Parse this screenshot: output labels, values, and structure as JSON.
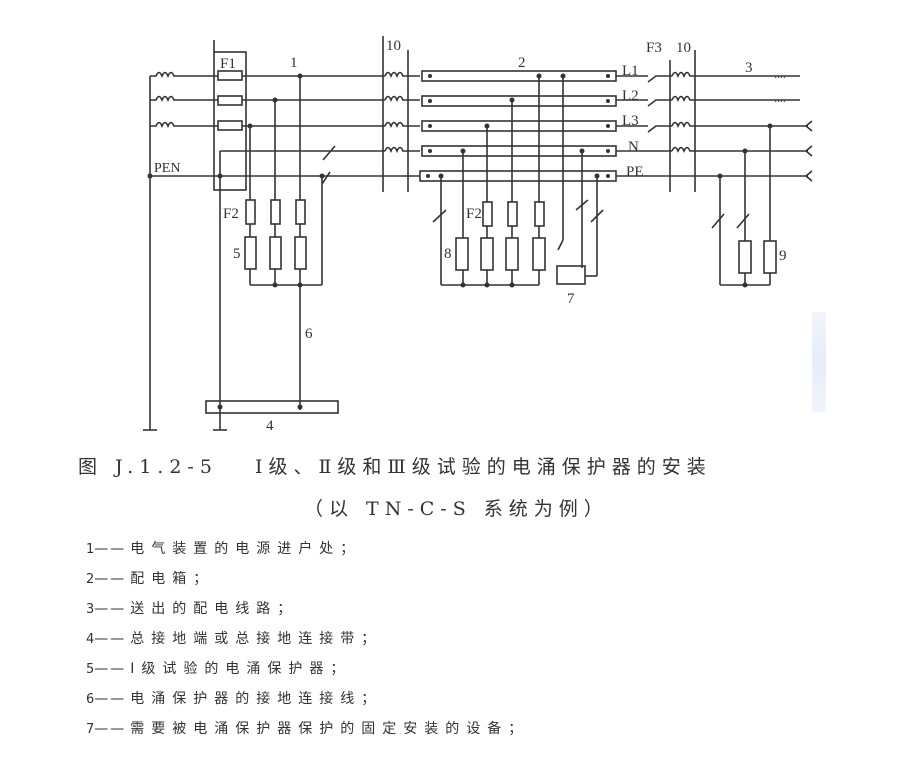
{
  "figure": {
    "caption_line1": "图 J.1.2-5　 Ⅰ级、Ⅱ级和Ⅲ级试验的电涌保护器的安装",
    "caption_line2": "（以 TN-C-S 系统为例）"
  },
  "diagram": {
    "labels": {
      "F1": "F1",
      "F2_left": "F2",
      "F2_right": "F2",
      "F3": "F3",
      "ten_left": "10",
      "ten_right": "10",
      "one": "1",
      "two": "2",
      "three": "3",
      "four": "4",
      "five": "5",
      "six": "6",
      "seven": "7",
      "eight": "8",
      "nine": "9",
      "PEN": "PEN",
      "L1": "L1",
      "L2": "L2",
      "L3": "L3",
      "N": "N",
      "PE": "PE",
      "dots1": "....",
      "dots2": "...."
    },
    "line_color": "#333333"
  },
  "legend": {
    "items": [
      {
        "num": "1",
        "dash": "——",
        "text": "电气装置的电源进户处；"
      },
      {
        "num": "2",
        "dash": "——",
        "text": "配电箱；"
      },
      {
        "num": "3",
        "dash": "——",
        "text": "送出的配电线路；"
      },
      {
        "num": "4",
        "dash": "——",
        "text": "总接地端或总接地连接带；"
      },
      {
        "num": "5",
        "dash": "——",
        "text": "Ⅰ级试验的电涌保护器；"
      },
      {
        "num": "6",
        "dash": "——",
        "text": "电涌保护器的接地连接线；"
      },
      {
        "num": "7",
        "dash": "——",
        "text": "需要被电涌保护器保护的固定安装的设备；"
      }
    ]
  }
}
